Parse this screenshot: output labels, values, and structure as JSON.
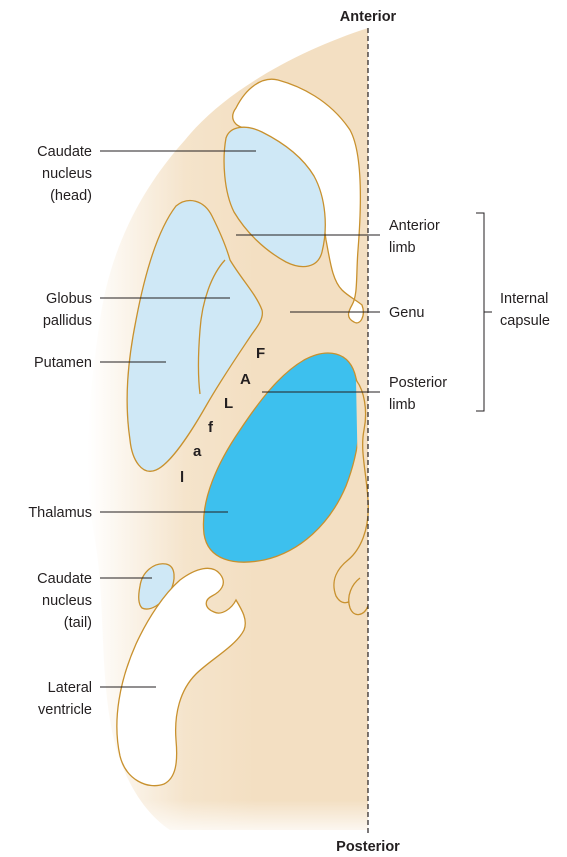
{
  "orientation": {
    "top": "Anterior",
    "bottom": "Posterior"
  },
  "structures": {
    "caudate_head": [
      "Caudate",
      "nucleus",
      "(head)"
    ],
    "globus_pallidus": [
      "Globus",
      "pallidus"
    ],
    "putamen": "Putamen",
    "thalamus": "Thalamus",
    "caudate_tail": [
      "Caudate",
      "nucleus",
      "(tail)"
    ],
    "lateral_ventricle": [
      "Lateral",
      "ventricle"
    ]
  },
  "capsule_parts": {
    "anterior_limb": [
      "Anterior",
      "limb"
    ],
    "genu": "Genu",
    "posterior_limb": [
      "Posterior",
      "limb"
    ]
  },
  "bracket_label": [
    "Internal",
    "capsule"
  ],
  "fiber_letters": [
    "F",
    "A",
    "L",
    "f",
    "a",
    "l"
  ],
  "colors": {
    "background_tissue": "#f3dfc2",
    "outline": "#c8912e",
    "pale_blue": "#cfe8f6",
    "thalamus_blue": "#3dc0ee",
    "ventricle": "#ffffff"
  }
}
